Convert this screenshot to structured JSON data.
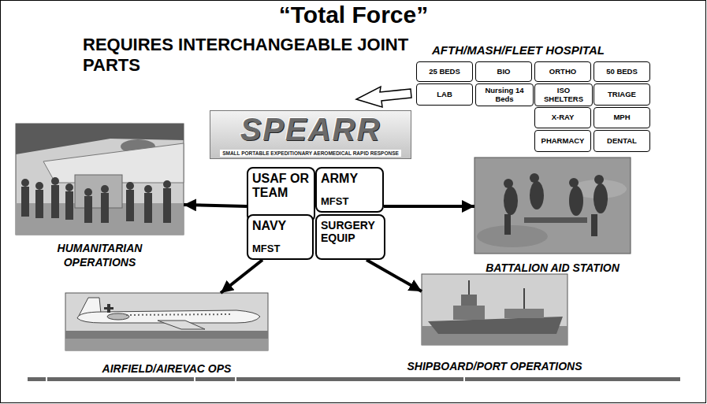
{
  "diagram": {
    "title": "“Total Force”",
    "nodes": [
      {
        "text": [
          "25 BEDS"
        ]
      },
      {
        "text": [
          "BIO"
        ]
      },
      {
        "text": [
          "ORTHO"
        ]
      },
      {
        "text": [
          "50 BEDS"
        ]
      },
      {
        "text": [
          "LAB"
        ]
      },
      {
        "text": [
          "Nursing 14 Beds"
        ]
      },
      {
        "text": [
          "ISO SHELTERS"
        ]
      },
      {
        "text": [
          "TRIAGE"
        ]
      },
      {
        "text": [
          "X-RAY"
        ]
      },
      {
        "text": [
          "MPH"
        ]
      },
      {
        "text": [
          "PHARMACY"
        ]
      },
      {
        "text": [
          "DENTAL"
        ]
      },
      {
        "text": [
          "SPEARR",
          "SMALL PORTABLE EXPEDITIONARY AEROMEDICAL RAPID RESPONSE"
        ]
      },
      {
        "text": [
          "USAF OR TEAM"
        ]
      },
      {
        "text": [
          "ARMY",
          "MFST"
        ]
      },
      {
        "text": [
          "NAVY",
          "MFST"
        ]
      },
      {
        "text": [
          "SURGERY EQUIP"
        ]
      },
      {
        "text": [
          "HUMANITARIAN OPERATIONS"
        ]
      },
      {
        "text": [
          "BATTALION AID STATION"
        ]
      },
      {
        "text": [
          "AIRFIELD/AIREVAC OPS"
        ]
      },
      {
        "text": [
          "SHIPBOARD/PORT OPERATIONS"
        ]
      }
    ],
    "edges": [
      {
        "from": 13,
        "to": 17,
        "arrow": "to"
      },
      {
        "from": 14,
        "to": 18,
        "arrow": "to"
      },
      {
        "from": 15,
        "to": 19,
        "arrow": "to"
      },
      {
        "from": 16,
        "to": 20,
        "arrow": "to"
      }
    ],
    "labels": [
      "REQUIRES INTERCHANGEABLE JOINT PARTS",
      "AFTH/MASH/FLEET HOSPITAL"
    ]
  }
}
